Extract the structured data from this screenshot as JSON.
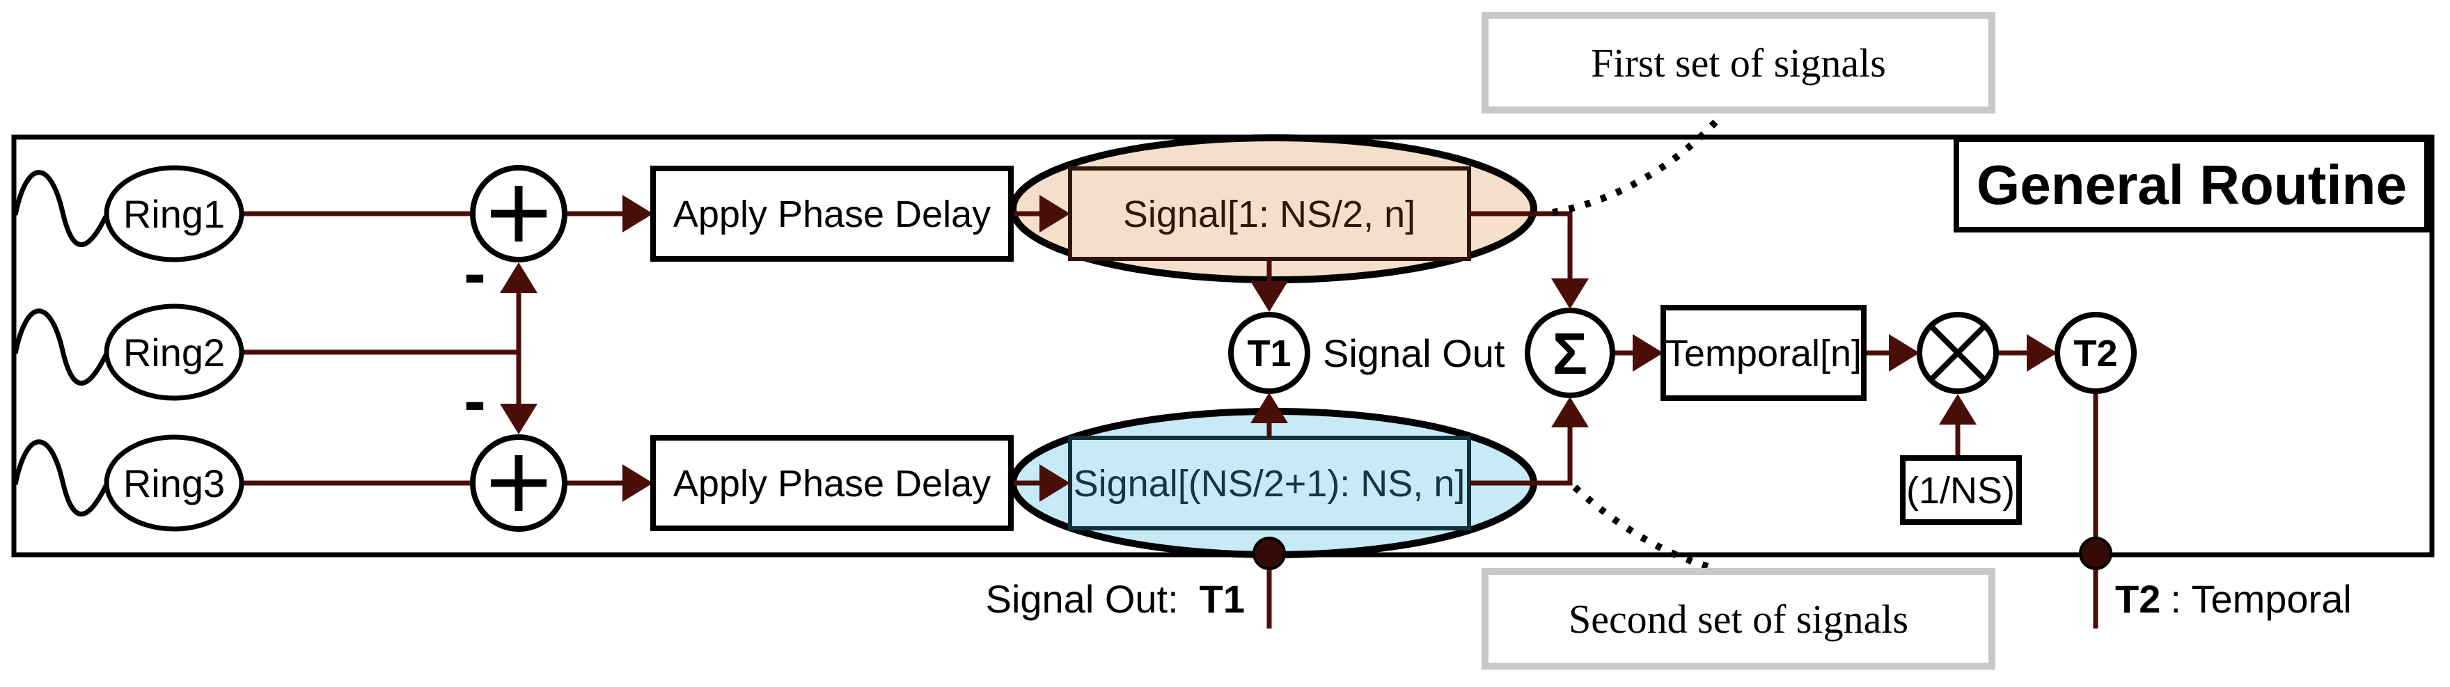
{
  "title": "General Routine",
  "rings": [
    {
      "label": "Ring1"
    },
    {
      "label": "Ring2"
    },
    {
      "label": "Ring3"
    }
  ],
  "adders": {
    "minus_sign": "-"
  },
  "phase_delay": {
    "top_label": "Apply Phase Delay",
    "bottom_label": "Apply Phase Delay"
  },
  "signals": {
    "first": {
      "array_label": "Signal[1: NS/2, n]",
      "annotation": "First set of signals"
    },
    "second": {
      "array_label": "Signal[(NS/2+1): NS, n]",
      "annotation": "Second set of signals"
    }
  },
  "taps": {
    "t1": "T1",
    "t2": "T2"
  },
  "sum_node": {
    "sigma": "Σ"
  },
  "temporal_box": {
    "label": "Temporal[n]"
  },
  "scale_box": {
    "label": "(1/NS)"
  },
  "outputs": {
    "signal_out_inline": "Signal Out",
    "signal_out_bottom": {
      "prefix": "Signal Out:",
      "tap": "T1"
    },
    "temporal_bottom": {
      "tap": "T2",
      "suffix": ": Temporal"
    }
  },
  "colors": {
    "wire": "#4a0e08",
    "first_fill": "#f4e0ca",
    "second_fill": "#c6eaf6",
    "first_ink": "#2f150b",
    "second_ink": "#143642",
    "annotation_border": "#c8c8c8"
  }
}
